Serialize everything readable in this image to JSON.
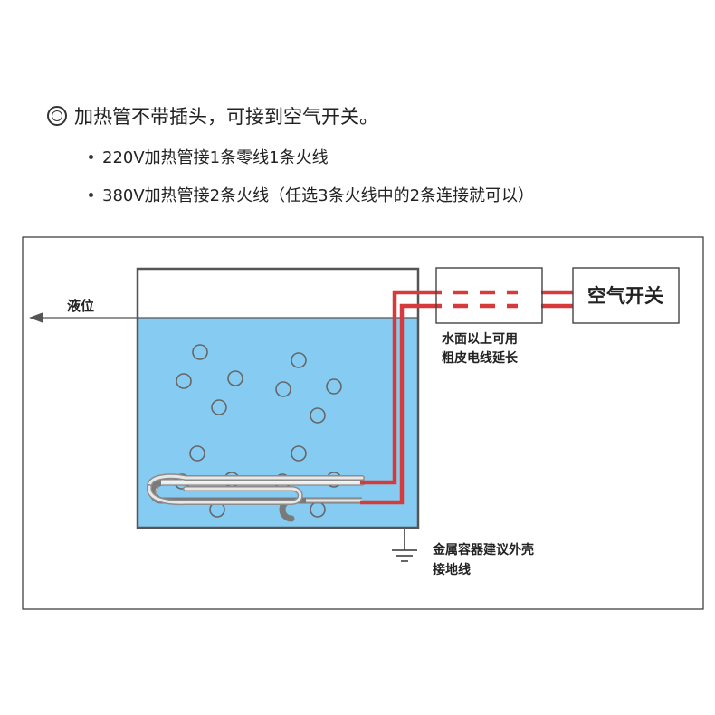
{
  "heading": "加热管不带插头，可接到空气开关。",
  "bullets": [
    "220V加热管接1条零线1条火线",
    "380V加热管接2条火线（任选3条火线中的2条连接就可以）"
  ],
  "diagram": {
    "liquid_level_label": "液位",
    "extension_note_line1": "水面以上可用",
    "extension_note_line2": "粗皮电线延长",
    "air_switch_label": "空气开关",
    "ground_note_line1": "金属容器建议外壳",
    "ground_note_line2": "接地线",
    "colors": {
      "water": "#86ccf2",
      "wire": "#d63a3a",
      "container_border": "#555555",
      "frame_border": "#333333"
    }
  }
}
